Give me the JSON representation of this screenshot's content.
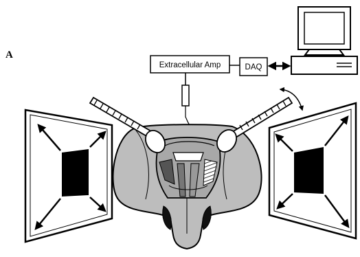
{
  "figure": {
    "panel_label": "A",
    "amplifier_label": "Extracellular Amp",
    "daq_label": "DAQ",
    "icons": [
      "computer-icon",
      "monitor-icon",
      "electrode-icon",
      "fly-head-icon",
      "camera-icon",
      "rotation-arrow-icon"
    ]
  }
}
